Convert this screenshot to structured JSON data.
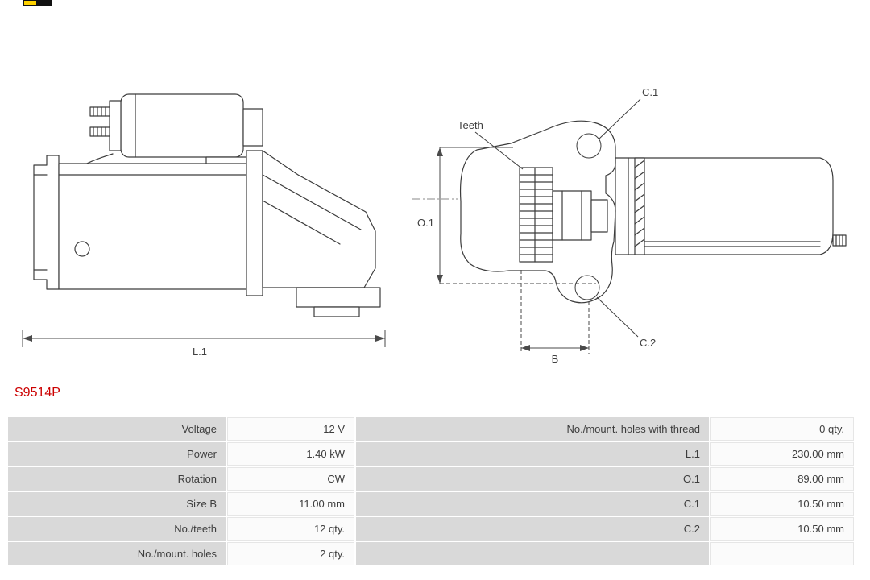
{
  "part_number": "S9514P",
  "diagram": {
    "l1_label": "L.1",
    "o1_label": "O.1",
    "b_label": "B",
    "teeth_label": "Teeth",
    "c1_label": "C.1",
    "c2_label": "C.2"
  },
  "table": {
    "rows": [
      {
        "label_left": "Voltage",
        "value_left": "12 V",
        "label_right": "No./mount. holes with thread",
        "value_right": "0 qty."
      },
      {
        "label_left": "Power",
        "value_left": "1.40 kW",
        "label_right": "L.1",
        "value_right": "230.00 mm"
      },
      {
        "label_left": "Rotation",
        "value_left": "CW",
        "label_right": "O.1",
        "value_right": "89.00 mm"
      },
      {
        "label_left": "Size B",
        "value_left": "11.00 mm",
        "label_right": "C.1",
        "value_right": "10.50 mm"
      },
      {
        "label_left": "No./teeth",
        "value_left": "12 qty.",
        "label_right": "C.2",
        "value_right": "10.50 mm"
      },
      {
        "label_left": "No./mount. holes",
        "value_left": "2 qty.",
        "label_right": "",
        "value_right": ""
      }
    ]
  },
  "colors": {
    "part_number_red": "#cc0000",
    "table_label_bg": "#d9d9d9",
    "logo_yellow": "#ffd200",
    "logo_black": "#111111"
  }
}
